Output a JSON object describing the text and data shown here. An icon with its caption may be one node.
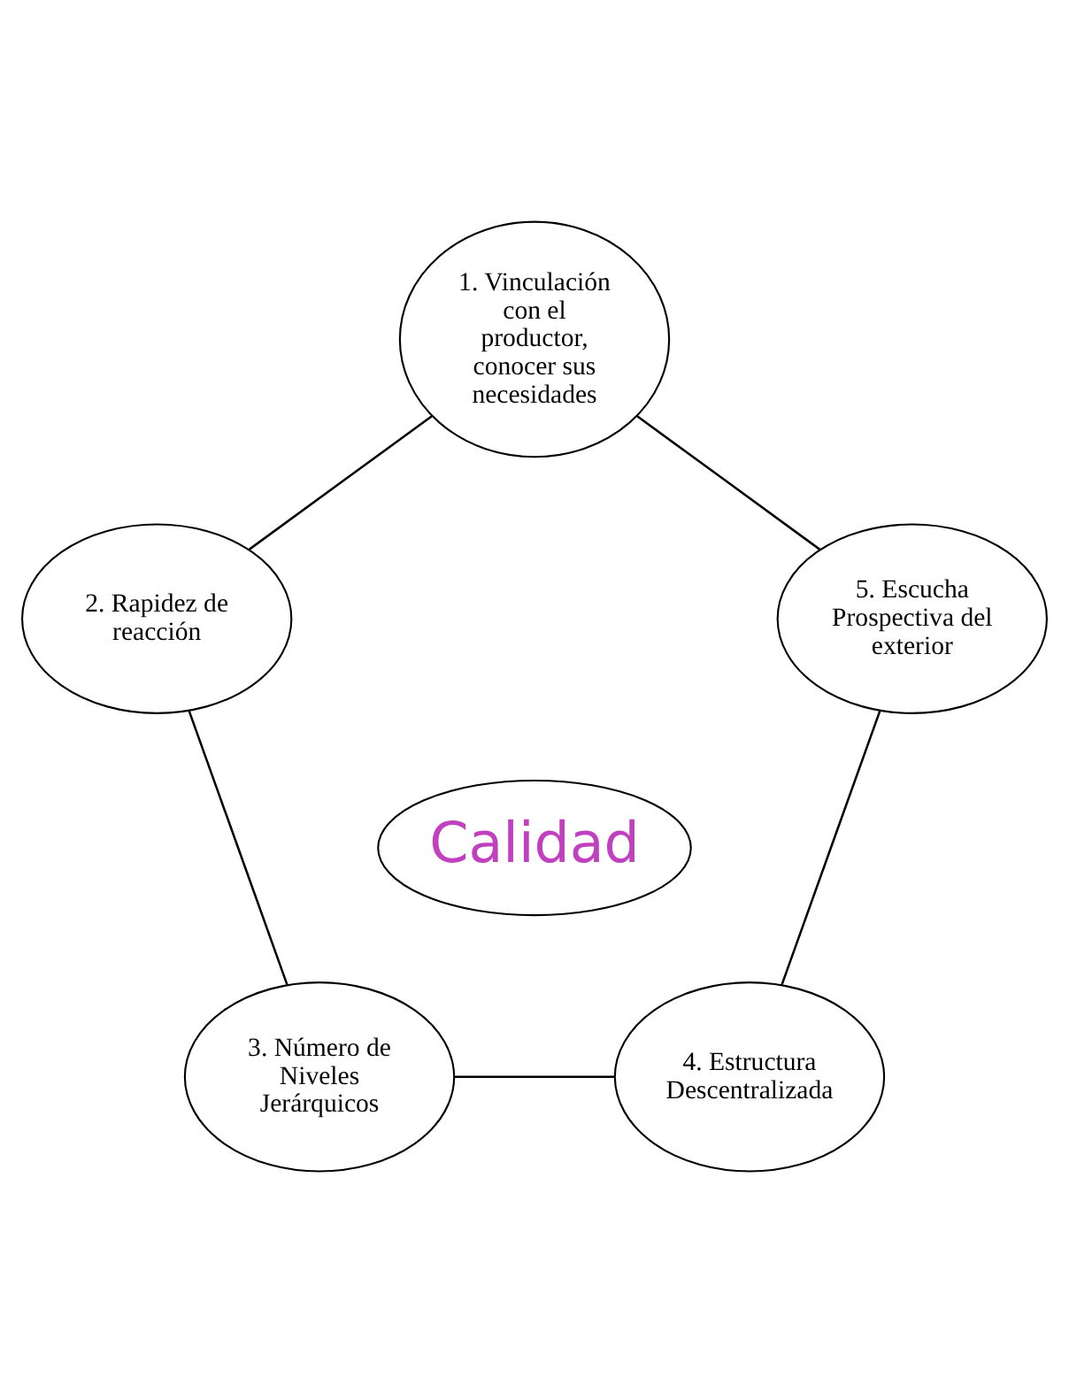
{
  "diagram": {
    "nodes": [
      {
        "text": [
          "1. Vinculación con el productor, conocer sus necesidades"
        ]
      },
      {
        "text": [
          "2. Rapidez de reacción"
        ]
      },
      {
        "text": [
          "3. Número de Niveles Jerárquicos"
        ]
      },
      {
        "text": [
          "4. Estructura Descentralizada"
        ]
      },
      {
        "text": [
          "5. Escucha Prospectiva del exterior"
        ]
      },
      {
        "text": [
          "Calidad"
        ]
      }
    ],
    "edges": [
      {
        "from": 0,
        "to": 1,
        "arrow": "none"
      },
      {
        "from": 1,
        "to": 2,
        "arrow": "none"
      },
      {
        "from": 2,
        "to": 3,
        "arrow": "none"
      },
      {
        "from": 3,
        "to": 4,
        "arrow": "none"
      },
      {
        "from": 4,
        "to": 0,
        "arrow": "none"
      }
    ]
  }
}
